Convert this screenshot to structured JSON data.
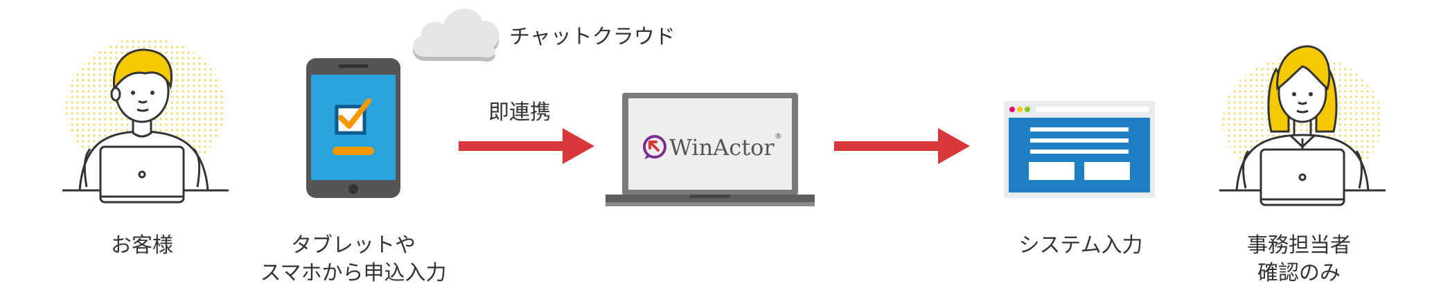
{
  "cloud": {
    "label": "チャットクラウド"
  },
  "arrow1": {
    "label": "即連携"
  },
  "laptop": {
    "brand": "WinActor",
    "registered_mark": "®"
  },
  "nodes": {
    "customer": {
      "label": "お客様"
    },
    "tablet": {
      "line1": "タブレットや",
      "line2": "スマホから申込入力"
    },
    "system": {
      "label": "システム入力"
    },
    "staff": {
      "line1": "事務担当者",
      "line2": "確認のみ"
    }
  },
  "colors": {
    "accent_red": "#d9383a",
    "tablet_blue": "#29a3dc",
    "screen_blue": "#1f7fc4",
    "check_orange": "#f39800",
    "hair_yellow": "#f5c800",
    "dot_yellow": "#f2dc62",
    "device_gray": "#6e6e6e",
    "line_dark": "#333333"
  }
}
